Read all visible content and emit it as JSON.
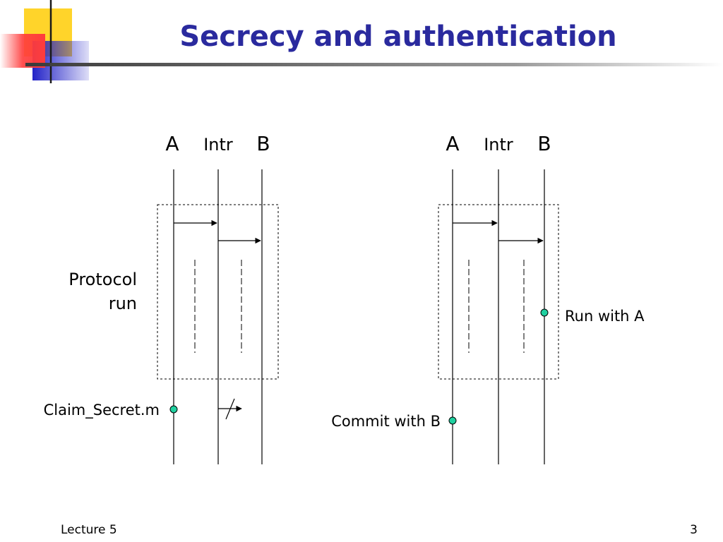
{
  "slide": {
    "title": "Secrecy and authentication",
    "footer_left": "Lecture 5",
    "page_number": "3"
  },
  "diagram_left": {
    "participants": [
      "A",
      "Intr",
      "B"
    ],
    "box_label_line1": "Protocol",
    "box_label_line2": "run",
    "claim_label": "Claim_Secret.m"
  },
  "diagram_right": {
    "participants": [
      "A",
      "Intr",
      "B"
    ],
    "run_label": "Run with A",
    "commit_label": "Commit with B"
  },
  "colors": {
    "title": "#2a2a9e",
    "event_marker": "#20d0a0",
    "deco_yellow": "#ffd42a",
    "deco_red": "#ff3c3c",
    "deco_blue": "#2323c8",
    "rule": "#3a3a3a"
  }
}
